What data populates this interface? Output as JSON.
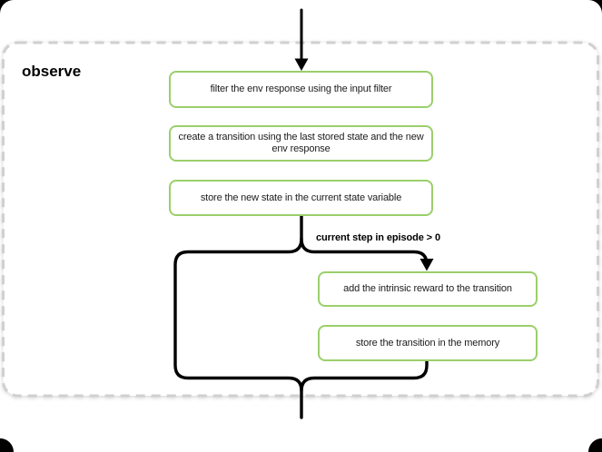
{
  "frame": {
    "title": "observe"
  },
  "flow": {
    "nodes": [
      {
        "id": "filter-env-response",
        "label": "filter the env response using the input filter"
      },
      {
        "id": "create-transition",
        "label": "create a transition using the last stored state and the new env response"
      },
      {
        "id": "store-current-state",
        "label": "store the new state in the current state variable"
      },
      {
        "id": "add-intrinsic-reward",
        "label": "add the intrinsic reward to the transition"
      },
      {
        "id": "store-transition-memory",
        "label": "store the transition in the memory"
      }
    ],
    "condition_label": "current step in episode > 0"
  },
  "colors": {
    "node_border": "#9BCF6B",
    "link": "#000000",
    "frame_border": "#d0d0d0",
    "background": "#ffffff",
    "text": "#1c1c1c"
  }
}
